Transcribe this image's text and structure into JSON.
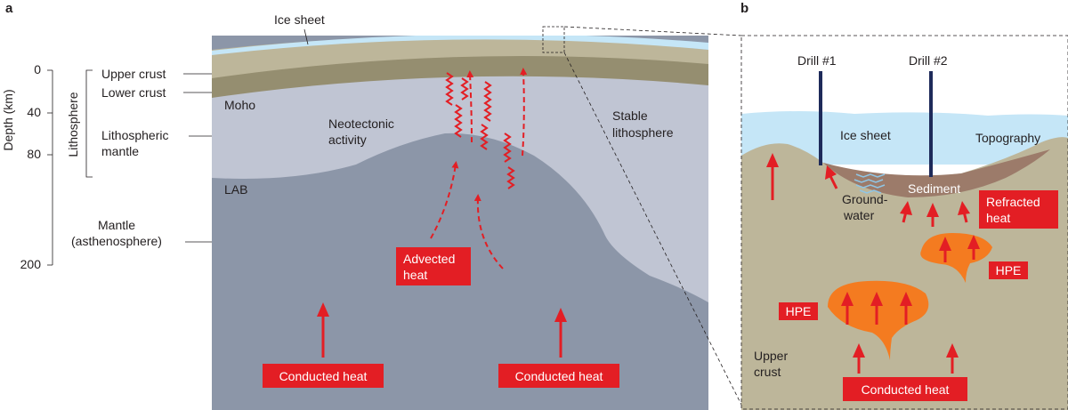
{
  "panel_a": {
    "label": "a",
    "ice_sheet": "Ice sheet",
    "depth_axis": {
      "title": "Depth (km)",
      "ticks": [
        "0",
        "40",
        "80",
        "200"
      ]
    },
    "lithosphere": "Lithosphere",
    "upper_crust": "Upper crust",
    "lower_crust": "Lower crust",
    "lithospheric_mantle": [
      "Lithospheric",
      "mantle"
    ],
    "mantle": [
      "Mantle",
      "(asthenosphere)"
    ],
    "moho": "Moho",
    "lab": "LAB",
    "neotectonic": [
      "Neotectonic",
      "activity"
    ],
    "stable": [
      "Stable",
      "lithosphere"
    ],
    "advected": [
      "Advected",
      "heat"
    ],
    "conducted_left": "Conducted heat",
    "conducted_right": "Conducted heat"
  },
  "panel_b": {
    "label": "b",
    "drill1": "Drill #1",
    "drill2": "Drill #2",
    "ice_sheet": "Ice sheet",
    "topography": "Topography",
    "sediment": "Sediment",
    "groundwater": [
      "Ground-",
      "water"
    ],
    "refracted": [
      "Refracted",
      "heat"
    ],
    "hpe_right": "HPE",
    "hpe_left": "HPE",
    "upper_crust": [
      "Upper",
      "crust"
    ],
    "conducted": "Conducted heat"
  },
  "colors": {
    "heat_red": "#e31e24",
    "ice_blue": "#c5e6f7",
    "crust_tan": "#bdb69a",
    "mantle_grey": "#8c96a8",
    "lith_mantle": "#c0c5d3",
    "hpe_orange": "#f47b20",
    "sediment_brown": "#9c7b6a"
  }
}
